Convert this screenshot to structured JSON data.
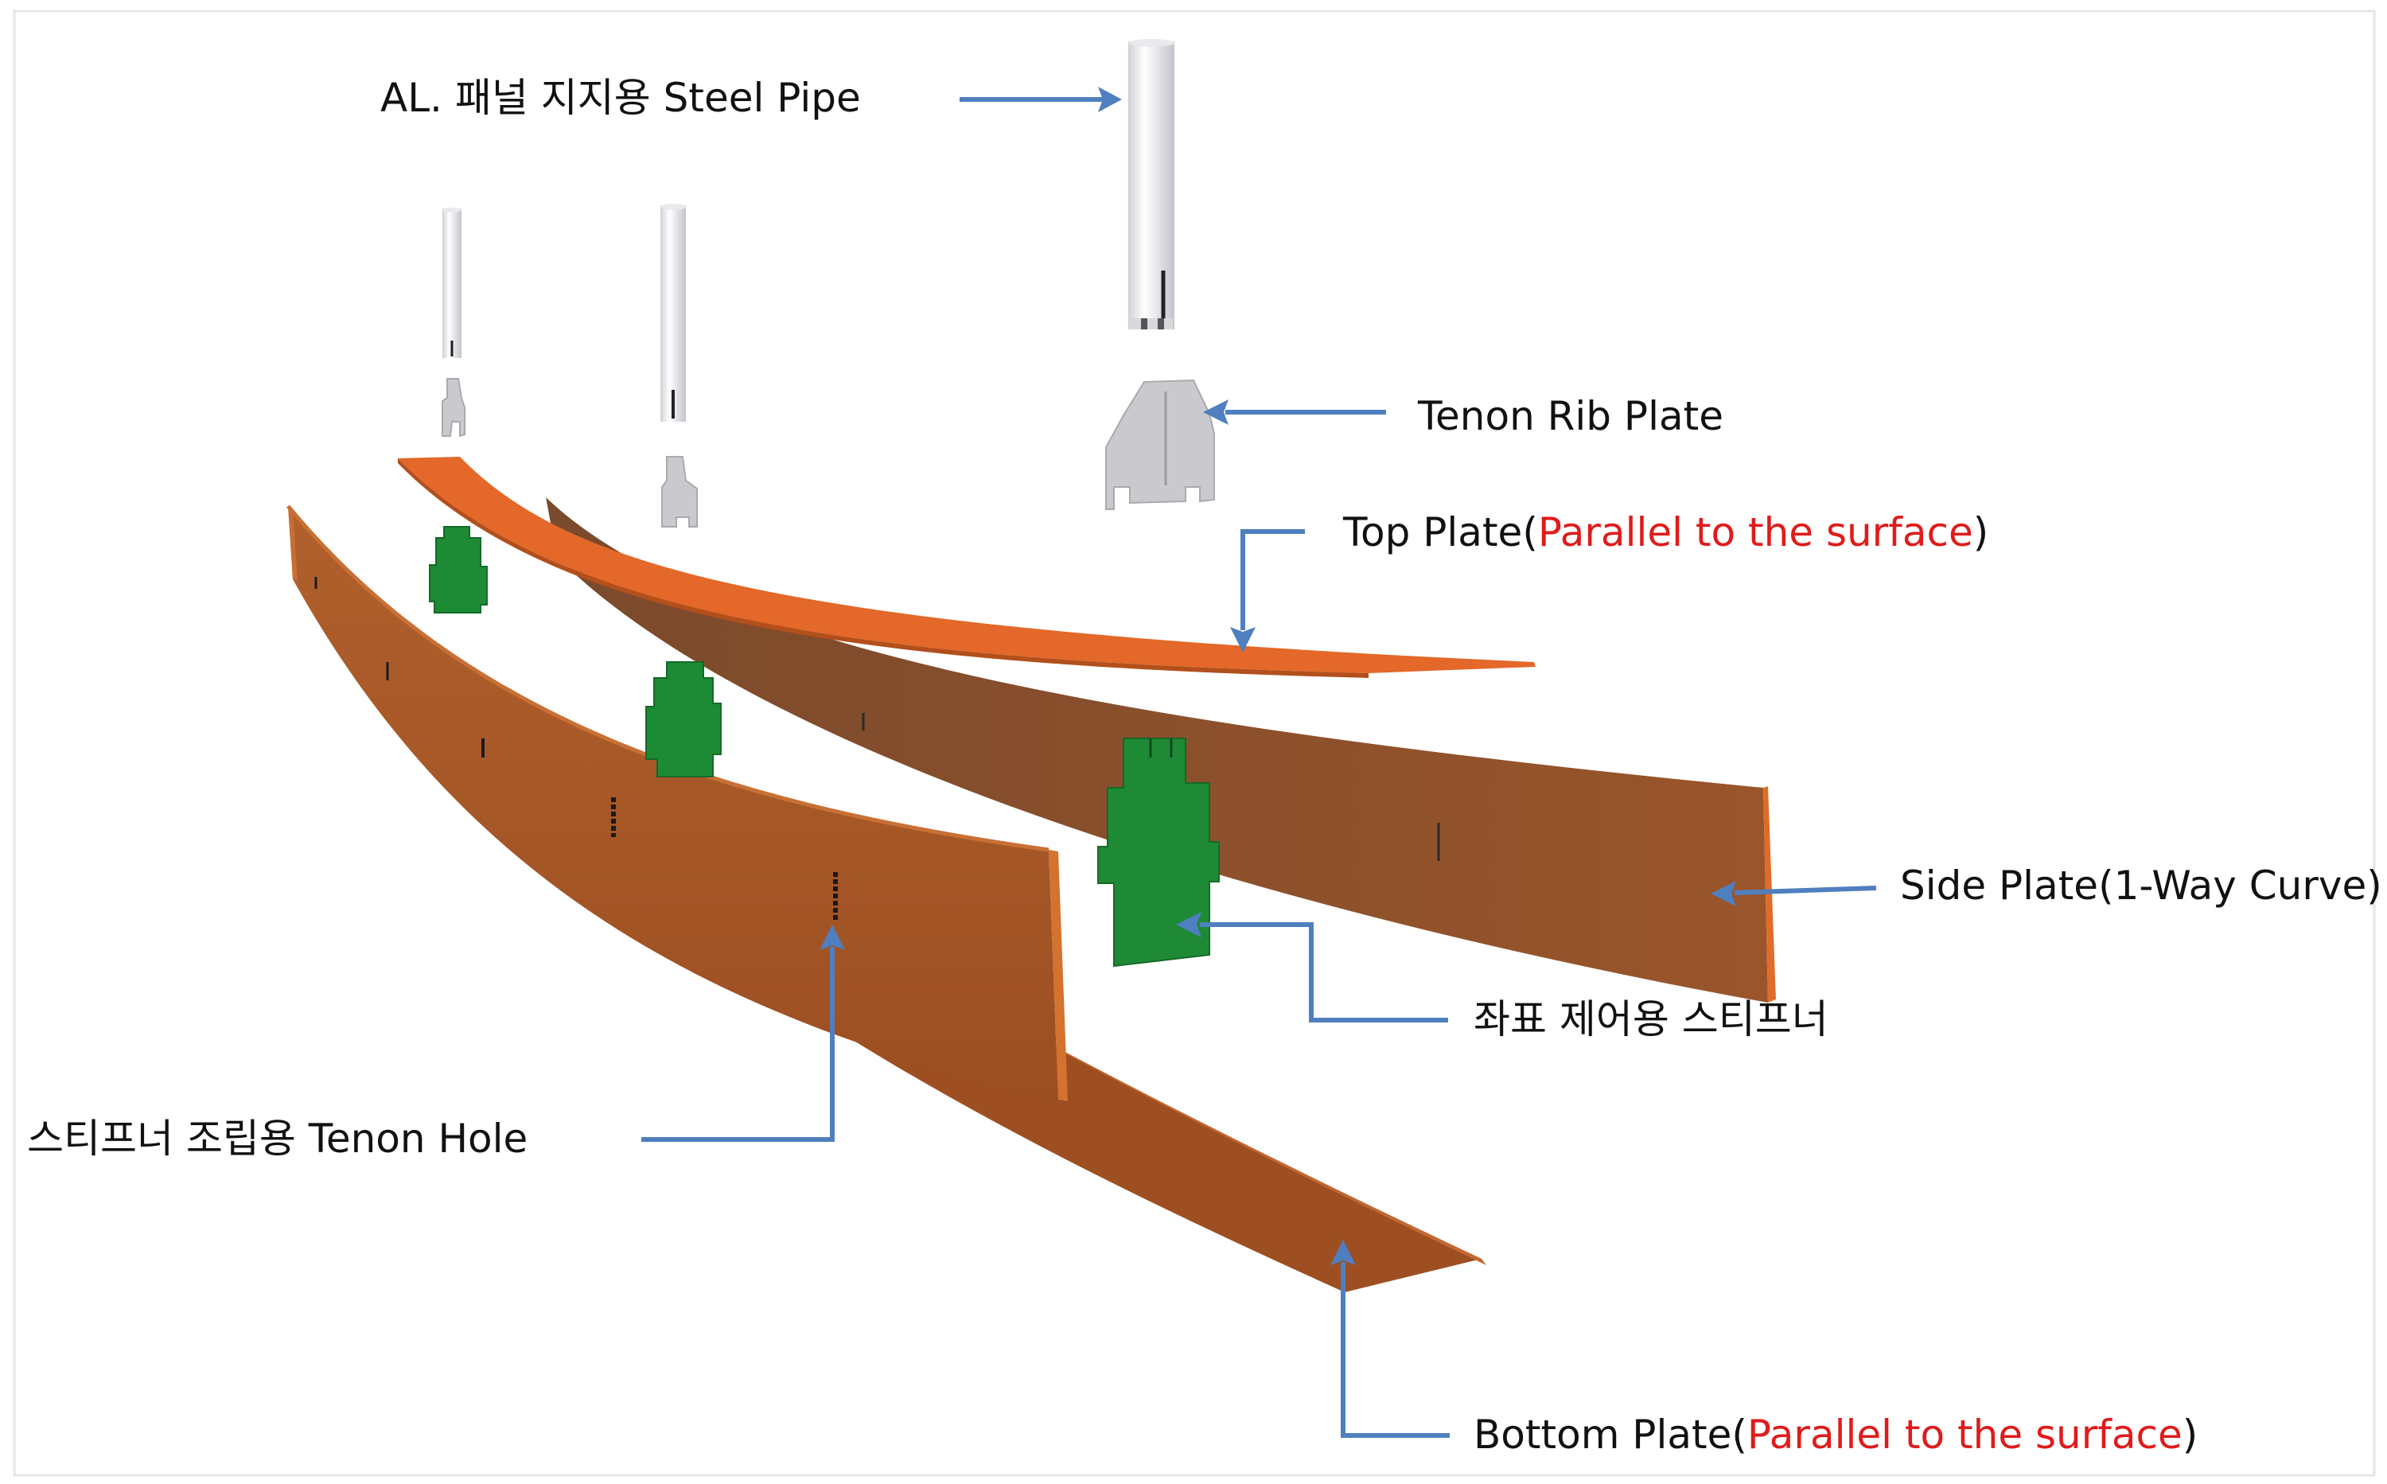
{
  "colors": {
    "arrow": "#4f7fbf",
    "highlight": "#e01b1b",
    "plate": "#b8612e",
    "top_plate": "#e3682a",
    "stiffener": "#1e8a35",
    "pipe": "#f1f1f4",
    "rib": "#c9c9cd"
  },
  "labels": {
    "pipe": "AL. 패널 지지용 Steel Pipe",
    "rib": "Tenon Rib Plate",
    "top_prefix": "Top Plate(",
    "top_highlight": "Parallel to the surface",
    "top_suffix": ")",
    "side": "Side Plate(1-Way Curve)",
    "stiffener": "좌표 제어용 스티프너",
    "tenon_hole": "스티프너 조립용 Tenon Hole",
    "bottom_prefix": "Bottom Plate(",
    "bottom_highlight": "Parallel to the surface",
    "bottom_suffix": ")"
  }
}
